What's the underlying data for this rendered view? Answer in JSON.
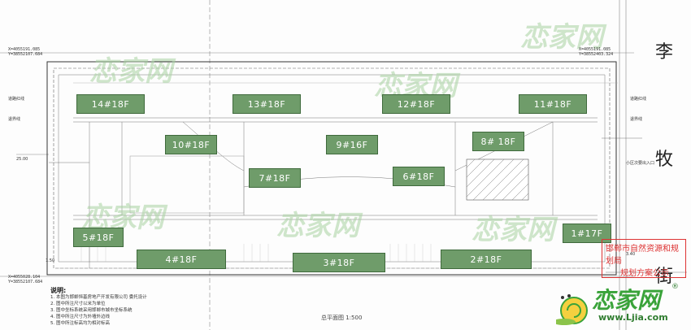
{
  "buildings": [
    {
      "id": "b14",
      "label": "14#18F"
    },
    {
      "id": "b13",
      "label": "13#18F"
    },
    {
      "id": "b12",
      "label": "12#18F"
    },
    {
      "id": "b11",
      "label": "11#18F"
    },
    {
      "id": "b10",
      "label": "10#18F"
    },
    {
      "id": "b9",
      "label": "9#16F"
    },
    {
      "id": "b8",
      "label": "8# 18F"
    },
    {
      "id": "b7",
      "label": "7#18F"
    },
    {
      "id": "b6",
      "label": "6#18F"
    },
    {
      "id": "b5",
      "label": "5#18F"
    },
    {
      "id": "b4",
      "label": "4#18F"
    },
    {
      "id": "b3",
      "label": "3#18F"
    },
    {
      "id": "b2",
      "label": "2#18F"
    },
    {
      "id": "b1",
      "label": "1#17F"
    }
  ],
  "street": {
    "c1": "李",
    "c2": "牧",
    "c3": "街"
  },
  "notice": {
    "line1": "邯郸市自然资源和规划局",
    "line2": "规划方案公示"
  },
  "notes": {
    "title": "说明:",
    "items": [
      "1. 本图为邯郸恒基房地产开发有限公司 委托设计",
      "2. 图中所注尺寸以米为单位",
      "3. 图中坐标系统采用邯郸市城市坐标系统",
      "4. 图中所注尺寸为外墙外边线",
      "5. 图中所注标高均为相对标高"
    ]
  },
  "coords": {
    "tl": "X=4055191.085\nY=38552107.684",
    "tr": "X=4055191.085\nY=38552403.324",
    "bl": "X=4055028.104\nY=38552107.684"
  },
  "labels": {
    "road_red_line": "道路红线",
    "setback": "退界线",
    "main_entrance": "小区次要出入口",
    "plan_title": "总平面图 1:500",
    "dim_left": "25.00",
    "dim_bottom": "1.50",
    "dim_right": "3.40"
  },
  "logo": {
    "text": "恋家网",
    "url": "www.Ljia.com",
    "reg": "®",
    "watermark": "恋家网"
  }
}
